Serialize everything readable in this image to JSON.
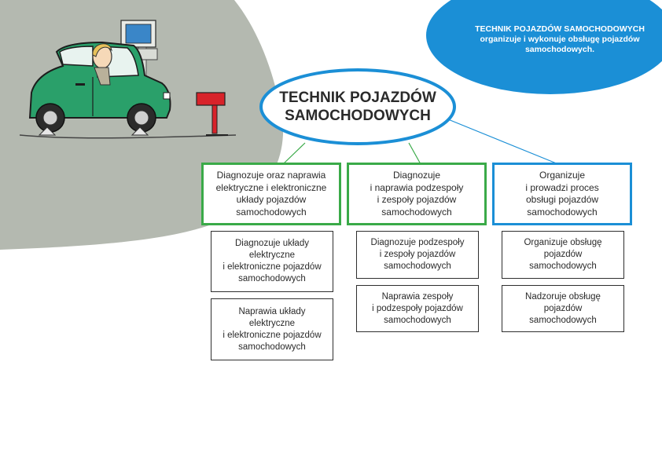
{
  "colors": {
    "blue": "#1b8fd6",
    "green": "#3aaa48",
    "grey": "#b4b9b0",
    "car": "#2aa06a"
  },
  "blue_bubble": {
    "line1": "TECHNIK POJAZDÓW SAMOCHODOWYCH",
    "line2": "organizuje i wykonuje obsługę pojazdów",
    "line3": "samochodowych."
  },
  "title": {
    "line1": "TECHNIK POJAZDÓW",
    "line2": "SAMOCHODOWYCH"
  },
  "columns": [
    {
      "main": "Diagnozuje oraz naprawia\nelektryczne i elektroniczne\nukłady pojazdów\nsamochodowych",
      "subs": [
        "Diagnozuje układy\nelektryczne\ni elektroniczne pojazdów\nsamochodowych",
        "Naprawia układy\nelektryczne\ni elektroniczne pojazdów\nsamochodowych"
      ]
    },
    {
      "main": "Diagnozuje\ni naprawia podzespoły\ni zespoły pojazdów\nsamochodowych",
      "subs": [
        "Diagnozuje podzespoły\ni zespoły pojazdów\nsamochodowych",
        "Naprawia zespoły\ni podzespoły pojazdów\nsamochodowych"
      ]
    },
    {
      "main": "Organizuje\ni prowadzi proces\nobsługi pojazdów\nsamochodowych",
      "subs": [
        "Organizuje obsługę\npojazdów\nsamochodowych",
        "Nadzoruje obsługę\npojazdów\nsamochodowych"
      ]
    }
  ]
}
